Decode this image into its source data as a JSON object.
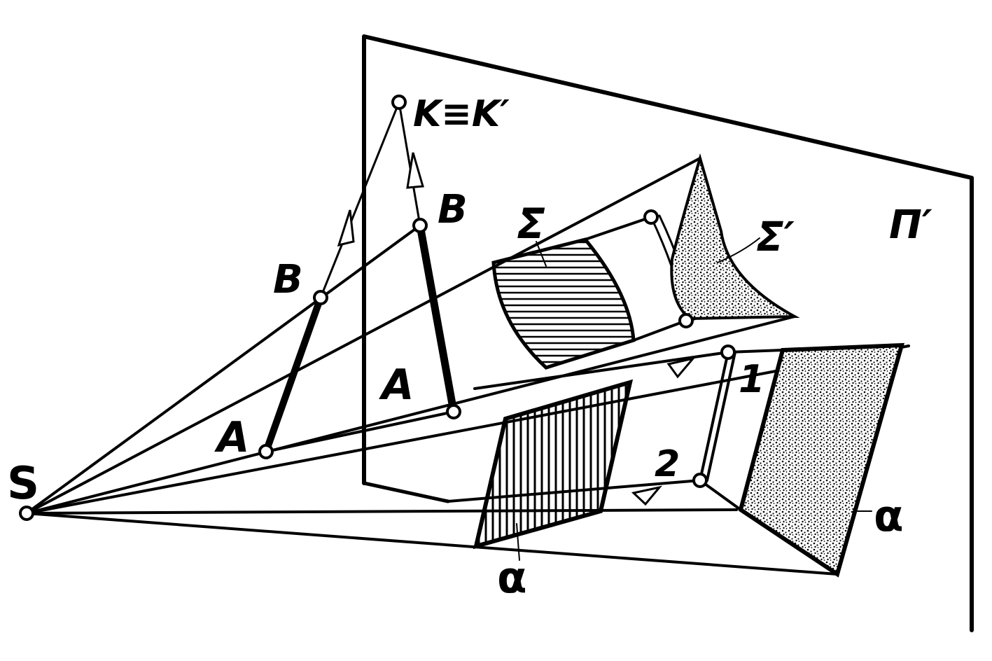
{
  "diagram": {
    "labels": {
      "S": "S",
      "K": "K≡K′",
      "B_left": "B",
      "B_mid": "B",
      "A_left": "A",
      "A_mid": "A",
      "sigma": "Σ",
      "sigma_prime": "Σ′",
      "pi_prime": "Π′",
      "one": "1",
      "two": "2",
      "alpha_bottom": "α",
      "alpha_right": "α"
    },
    "colors": {
      "ink": "#000000",
      "paper": "#ffffff"
    }
  }
}
